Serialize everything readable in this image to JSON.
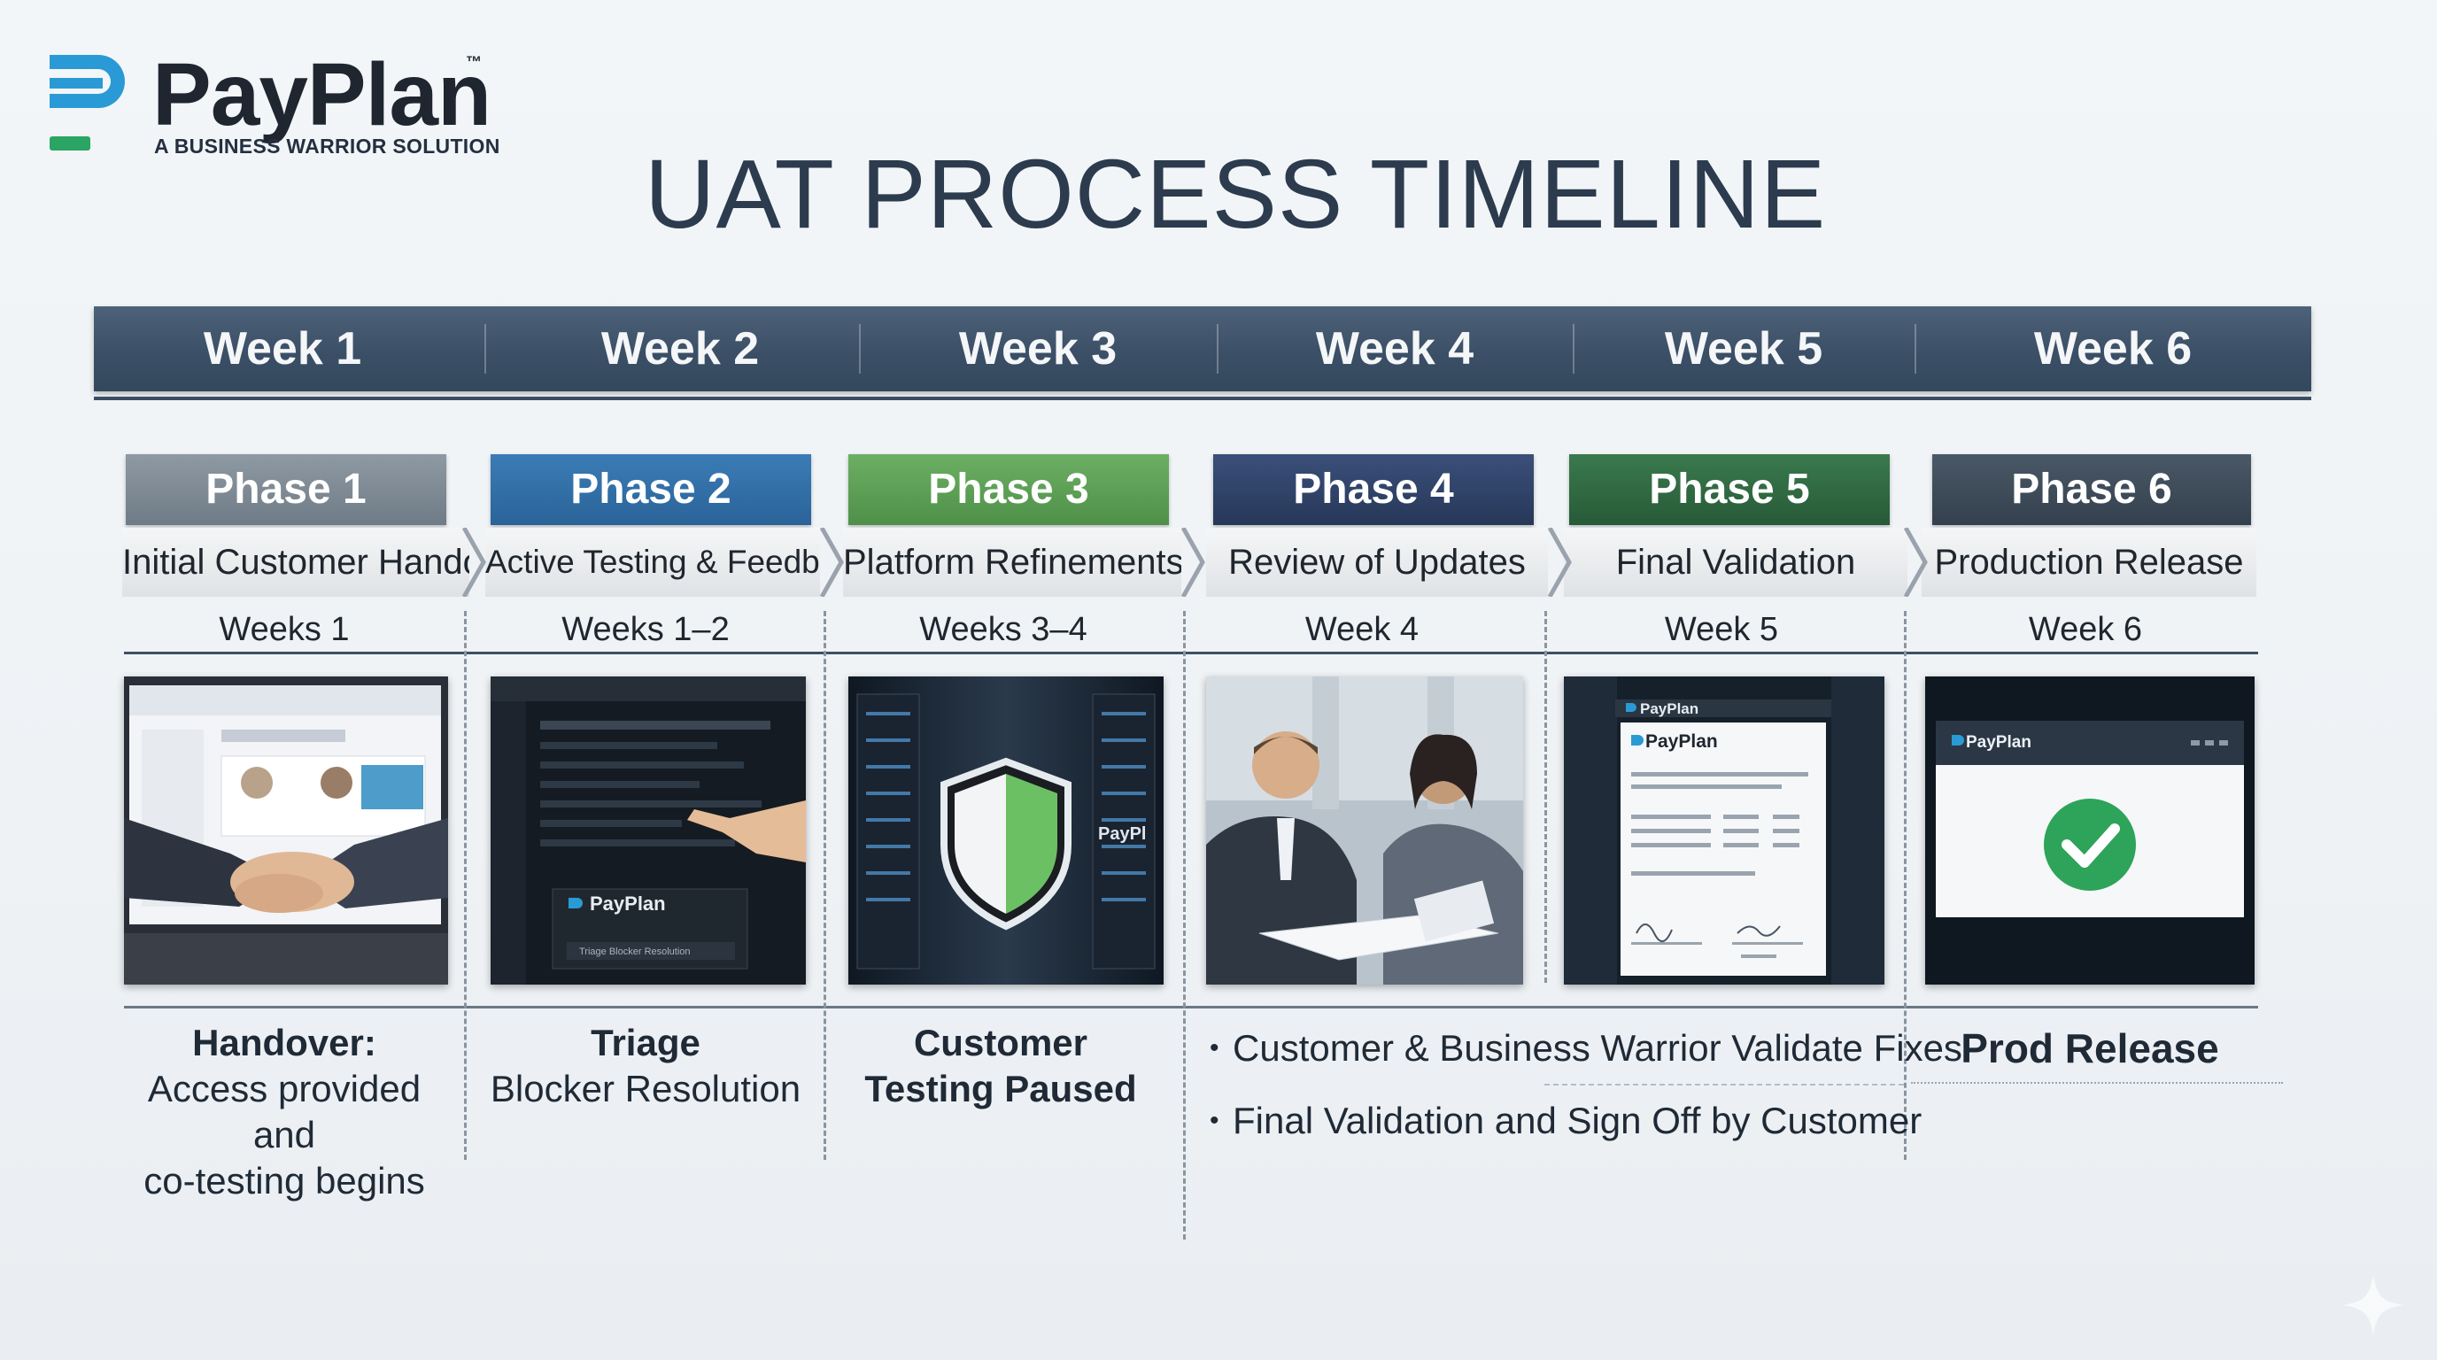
{
  "logo": {
    "name": "PayPlan",
    "tm": "™",
    "tagline": "A BUSINESS WARRIOR SOLUTION"
  },
  "title": "UAT PROCESS TIMELINE",
  "weeks": [
    "Week 1",
    "Week 2",
    "Week 3",
    "Week 4",
    "Week 5",
    "Week 6"
  ],
  "phases": [
    {
      "label": "Phase 1",
      "name": "Initial Customer Handoff",
      "weeks": "Weeks 1",
      "color": "#7c8893"
    },
    {
      "label": "Phase 2",
      "name": "Active Testing & Feedback",
      "weeks": "Weeks 1–2",
      "color": "#2f6ea6"
    },
    {
      "label": "Phase 3",
      "name": "Platform Refinements",
      "weeks": "Weeks 3–4",
      "color": "#5d9e57"
    },
    {
      "label": "Phase 4",
      "name": "Review of Updates",
      "weeks": "Week 4",
      "color": "#2e4167"
    },
    {
      "label": "Phase 5",
      "name": "Final Validation",
      "weeks": "Week 5",
      "color": "#2e6640"
    },
    {
      "label": "Phase 6",
      "name": "Production Release",
      "weeks": "Week 6",
      "color": "#3e4a57"
    }
  ],
  "photos": {
    "p2_brand": "PayPlan",
    "p2_caption": "Triage Blocker Resolution",
    "p3_brand": "PayPl",
    "p5_brand_a": "PayPlan",
    "p5_brand_b": "PayPlan",
    "p6_brand": "PayPlan"
  },
  "descriptions": {
    "p1_title": "Handover:",
    "p1_body": [
      "Access provided and",
      "co-testing begins"
    ],
    "p2_title": "Triage",
    "p2_body": "Blocker Resolution",
    "p3_lines": [
      "Customer",
      "Testing Paused"
    ],
    "bullets": [
      "Customer & Business Warrior Validate Fixes",
      "Final Validation and Sign Off by Customer"
    ],
    "p6": "Prod Release"
  }
}
